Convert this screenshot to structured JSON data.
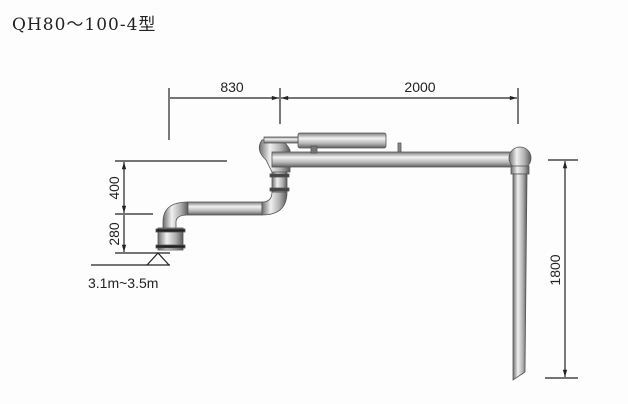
{
  "title": "QH80～100-4型",
  "dimensions": {
    "horizontal_inner": "830",
    "horizontal_outer": "2000",
    "vertical_upper": "400",
    "vertical_lower": "280",
    "drop_height": "1800",
    "base_height_range": "3.1m~3.5m"
  },
  "colors": {
    "pipe": "#b8b8b8",
    "line": "#222222"
  }
}
